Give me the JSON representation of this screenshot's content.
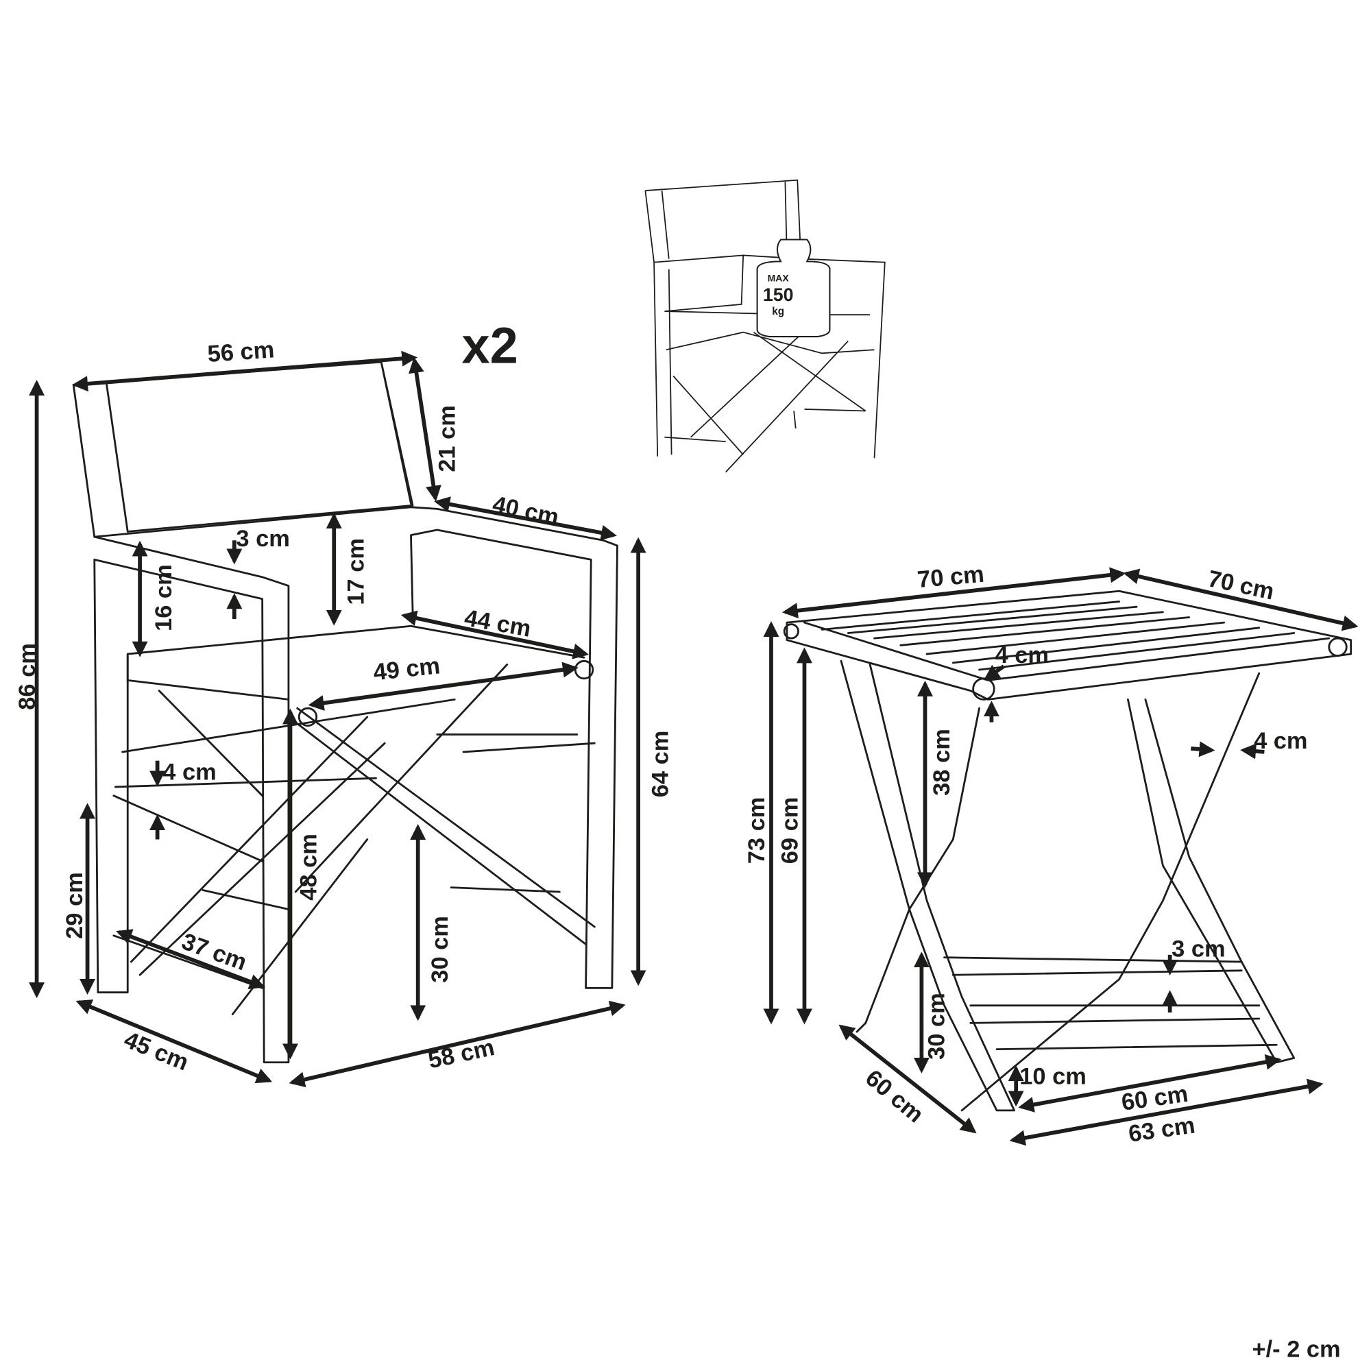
{
  "quantity": "x2",
  "tolerance": "+/- 2 cm",
  "weight_badge": {
    "max": "MAX",
    "value": "150",
    "unit": "kg"
  },
  "chair_dimensions": {
    "back_width": "56 cm",
    "back_height": "21 cm",
    "armrest_length": "40 cm",
    "armrest_thickness": "3 cm",
    "back_to_seat": "17 cm",
    "armrest_height_above_seat": "16 cm",
    "seat_depth": "44 cm",
    "seat_width": "49 cm",
    "total_height": "86 cm",
    "armrest_height": "64 cm",
    "rung_thickness": "4 cm",
    "rung_height": "29 cm",
    "seat_height": "48 cm",
    "seat_clearance": "30 cm",
    "base_depth_inner": "37 cm",
    "base_depth": "45 cm",
    "base_width": "58 cm"
  },
  "table_dimensions": {
    "top_length": "70 cm",
    "top_width": "70 cm",
    "top_thickness": "4 cm",
    "total_height": "73 cm",
    "top_underside_height": "69 cm",
    "frame_height": "38 cm",
    "leg_thickness": "4 cm",
    "rail_thickness": "3 cm",
    "rail_height": "30 cm",
    "foot_height": "10 cm",
    "base_depth": "60 cm",
    "base_width_inner": "60 cm",
    "base_width": "63 cm"
  }
}
